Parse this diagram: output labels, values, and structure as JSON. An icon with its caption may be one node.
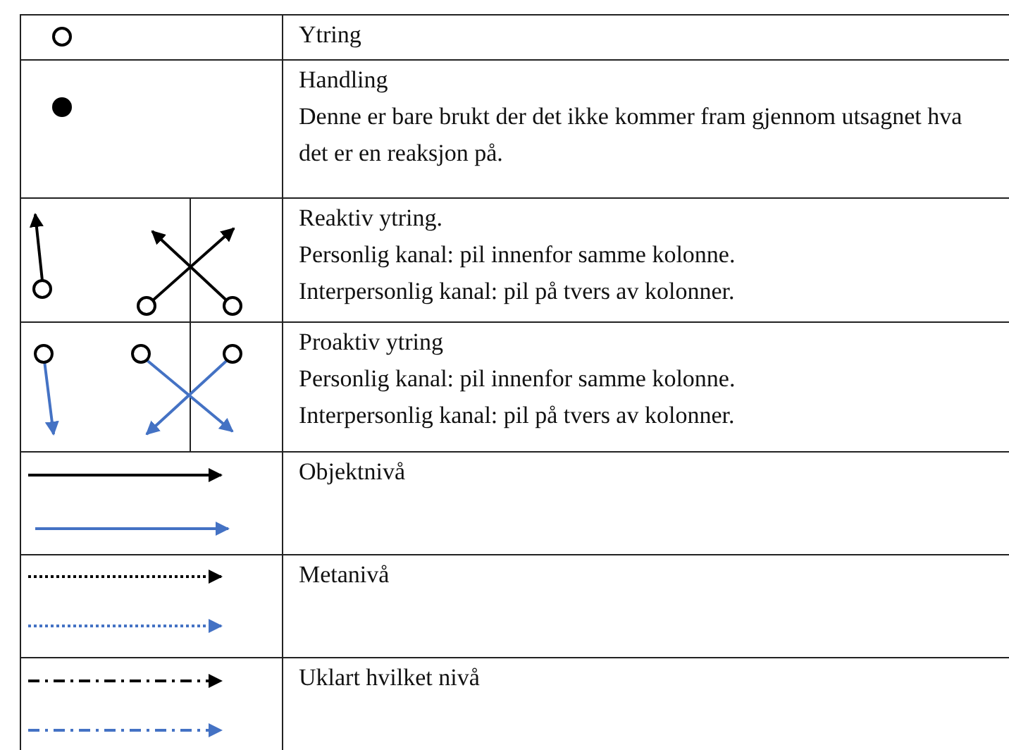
{
  "diagram": {
    "legend": [
      {
        "text": "Ytring"
      },
      {
        "text": "Handling"
      },
      {
        "text": "Reaktiv ytring."
      },
      {
        "text": "Proaktiv ytring"
      },
      {
        "text": "Objektnivå"
      },
      {
        "text": "Metanivå"
      },
      {
        "text": "Uklart hvilket nivå"
      }
    ],
    "labels": [
      "Denne er bare brukt der det ikke kommer fram gjennom utsagnet hva det er en reaksjon på.",
      "Personlig kanal: pil innenfor samme kolonne.",
      "Interpersonlig kanal: pil på tvers av kolonner.",
      "Personlig kanal: pil innenfor samme kolonne.",
      "Interpersonlig kanal: pil på tvers av kolonner."
    ]
  }
}
